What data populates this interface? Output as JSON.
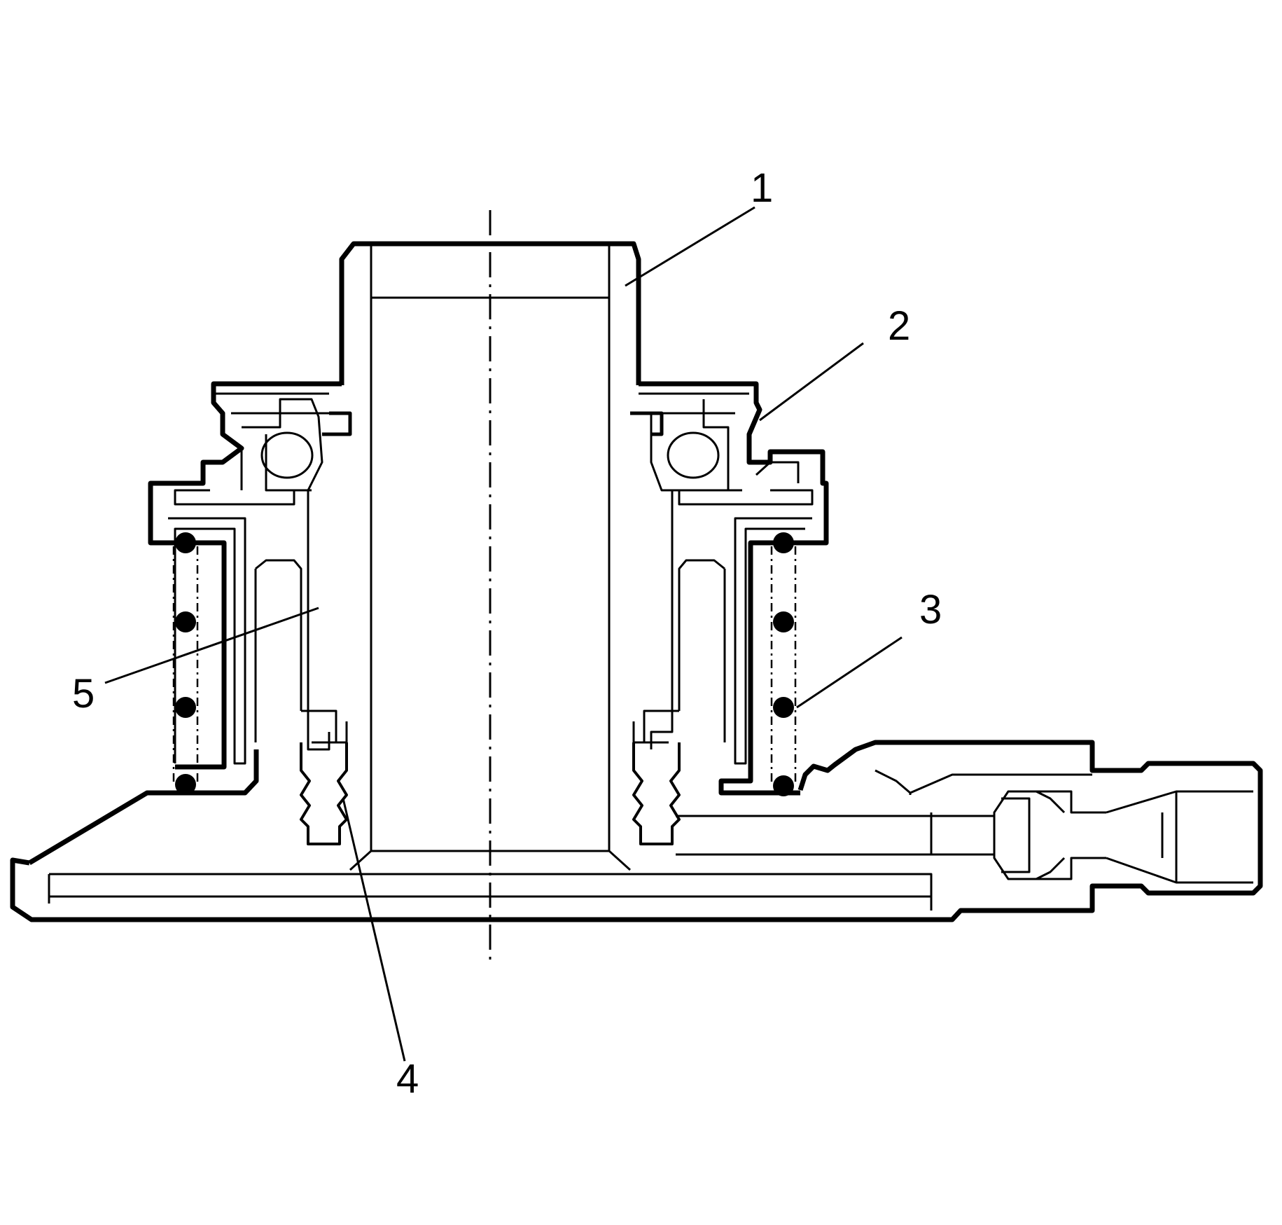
{
  "figure": {
    "type": "technical cross-section drawing",
    "colors": {
      "line": "#000000",
      "background": "#ffffff"
    }
  },
  "callouts": [
    {
      "id": "1",
      "label": "1"
    },
    {
      "id": "2",
      "label": "2"
    },
    {
      "id": "3",
      "label": "3"
    },
    {
      "id": "4",
      "label": "4"
    },
    {
      "id": "5",
      "label": "5"
    }
  ]
}
